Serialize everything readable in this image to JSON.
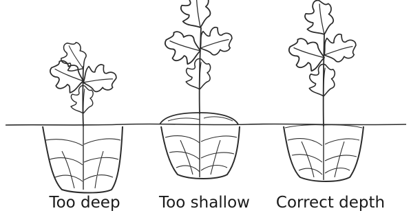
{
  "labels": {
    "too_deep": "Too deep",
    "too_shallow": "Too shallow",
    "correct_depth": "Correct depth"
  },
  "colors": {
    "ink": "#2b2b2b",
    "background": "#ffffff"
  }
}
